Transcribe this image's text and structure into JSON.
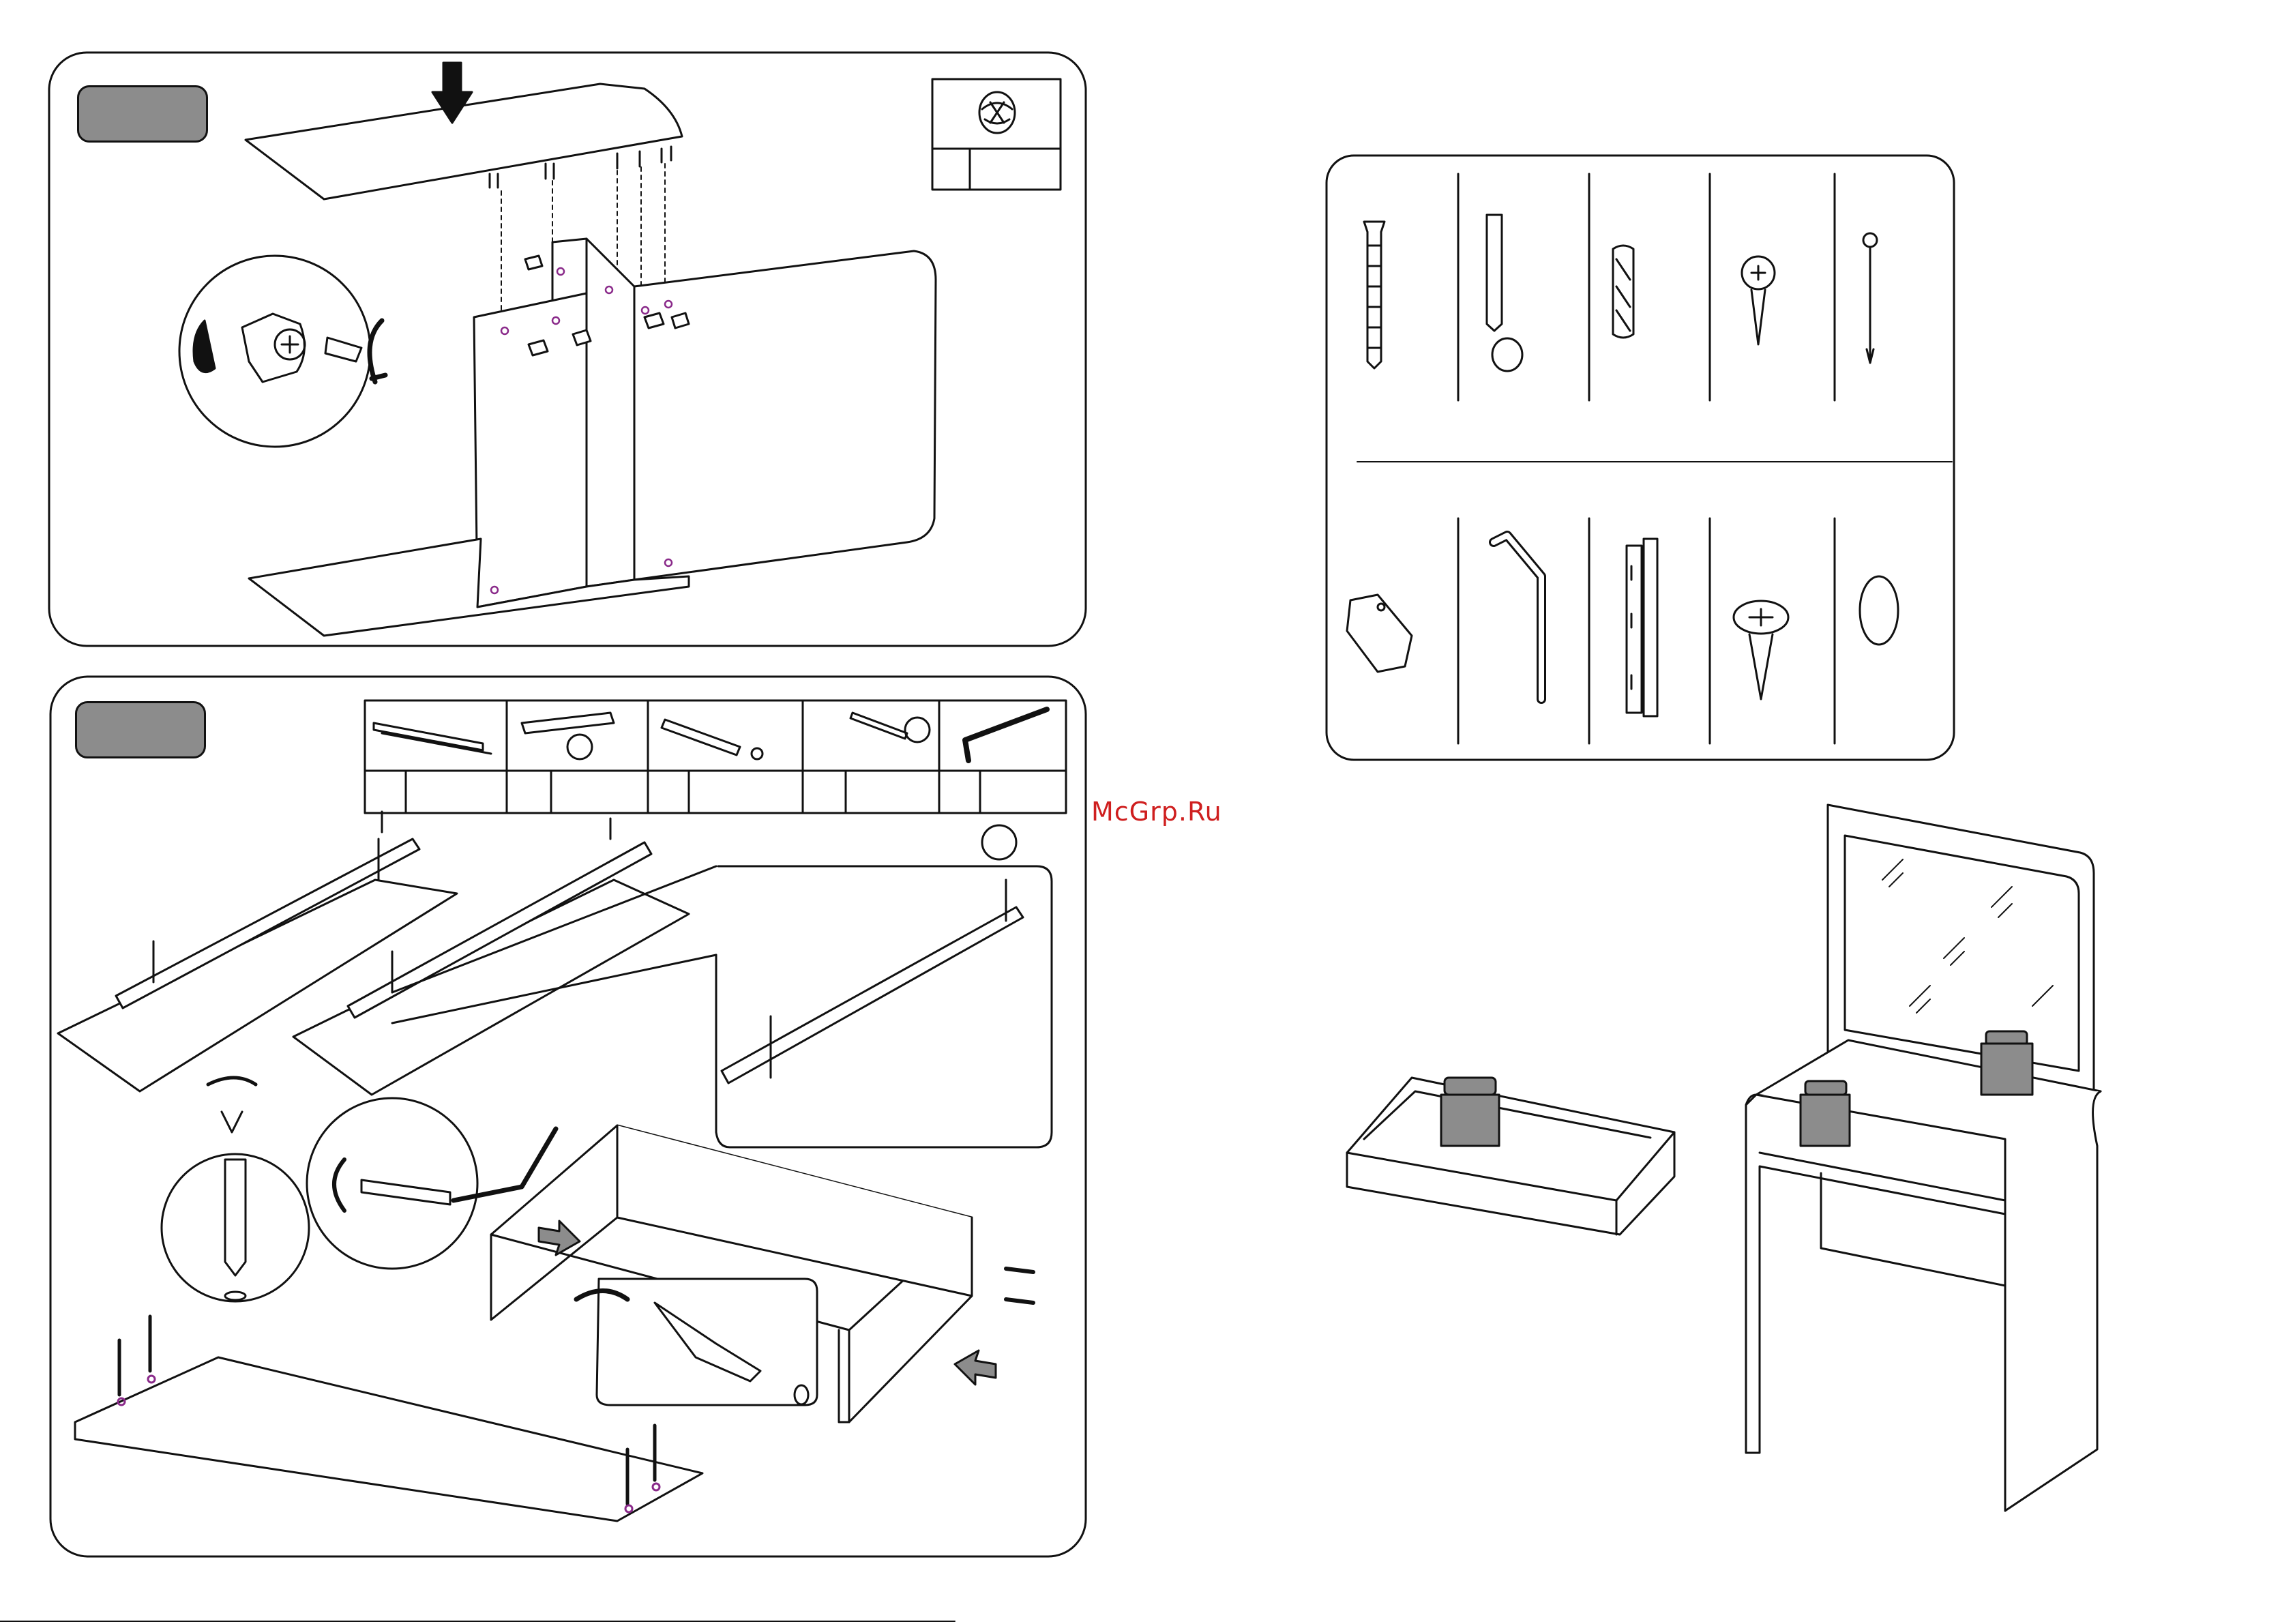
{
  "watermark": "McGrp.Ru",
  "steps": [
    {
      "panel": "step-1",
      "badge": ""
    },
    {
      "panel": "step-2",
      "badge": ""
    }
  ],
  "hardware_sheet": {
    "top_row": [
      "confirmat-screw",
      "cam-bolt-and-cam-lock",
      "wood-dowel",
      "wood-screw",
      "nail"
    ],
    "bottom_row": [
      "plastic-support",
      "hex-key",
      "drawer-runner",
      "washer-head-screw",
      "mirror-pad"
    ]
  },
  "icon_colors": {
    "line": "#111111",
    "fill_grey": "#8c8c8c",
    "hole": "#8a2a8a"
  }
}
